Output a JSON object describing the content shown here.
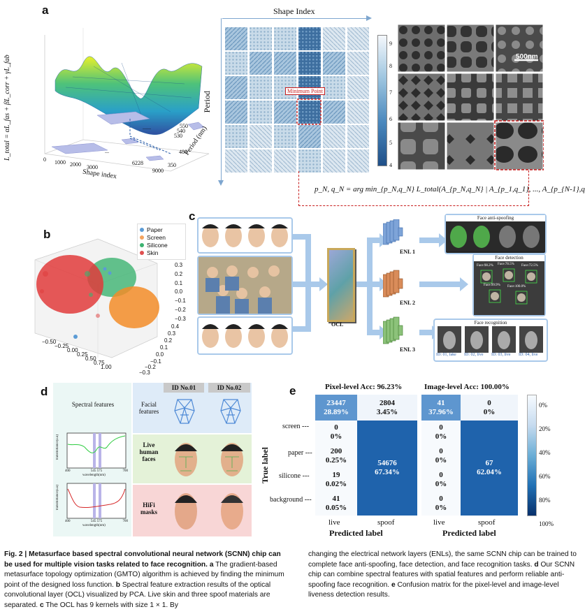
{
  "panels": {
    "a": {
      "label": "a",
      "zlabel": "L_total = αL_fas + βL_corr + γL_fab",
      "xlabel": "Shape index",
      "ylabel": "Period (nm)",
      "x_ticks": [
        "0",
        "1000",
        "2000",
        "3000",
        "6228",
        "9000"
      ],
      "y_ticks": [
        "350",
        "480",
        "530",
        "540",
        "550"
      ],
      "ellipsis1": "......",
      "ellipsis2": "...",
      "shape_index_title": "Shape Index",
      "period_title": "Period",
      "min_point": "Minimum Point",
      "colorbar_ticks": [
        "9",
        "8",
        "7",
        "6",
        "5",
        "4"
      ],
      "scale_bar": "500nm",
      "equation": "p_N, q_N = arg min_{p_N,q_N} L_total(A_{p_N,q_N} | A_{p_1,q_1}, ..., A_{p_{N-1},q_{N-1}})"
    },
    "b": {
      "label": "b",
      "legend": [
        "Paper",
        "Screen",
        "Silicone",
        "Skin"
      ],
      "legend_colors": [
        "#5b9bd5",
        "#f4a460",
        "#3cb371",
        "#e05050"
      ],
      "z_ticks": [
        "0.3",
        "0.2",
        "0.1",
        "0.0",
        "−0.1",
        "−0.2",
        "−0.3"
      ],
      "x_ticks": [
        "−0.50",
        "−0.25",
        "0.00",
        "0.25",
        "0.50",
        "0.75",
        "1.00"
      ],
      "y_ticks": [
        "0.4",
        "0.3",
        "0.2",
        "0.1",
        "0.0",
        "−0.1",
        "−0.2",
        "−0.3"
      ]
    },
    "c": {
      "label": "c",
      "ocl": "OCL",
      "enl1": "ENL 1",
      "enl2": "ENL 2",
      "enl3": "ENL 3",
      "task1": "Face anti-spoofing",
      "task2": "Face detection",
      "task3": "Face recognition",
      "det_labels": [
        "Face:98.2%",
        "Face:78.5%",
        "Face:72.5%",
        "Face:99.9%",
        "Face:100.0%"
      ],
      "ids": [
        "ID: 01, fake",
        "ID: 02, live",
        "ID: 03, live",
        "ID: 04, live"
      ]
    },
    "d": {
      "label": "d",
      "col1": "ID No.01",
      "col2": "ID No.02",
      "spectral": "Spectral features",
      "facial": "Facial features",
      "live": "Live human faces",
      "masks": "HiFi masks",
      "ylab": "transmittance(a.u)",
      "xlab": "wavelength(nm)",
      "xt": [
        "400",
        "545 575",
        "700"
      ]
    },
    "e": {
      "label": "e",
      "title1": "Pixel-level Acc: 96.23%",
      "title2": "Image-level Acc: 100.00%",
      "ylabel": "True label",
      "xlabel": "Predicted label",
      "rows": [
        "screen",
        "paper",
        "silicone",
        "background"
      ],
      "cols": [
        "live",
        "spoof"
      ],
      "pixel": {
        "live_live": [
          "23447",
          "28.89%"
        ],
        "live_spoof": [
          "2804",
          "3.45%"
        ],
        "screen": [
          "0",
          "0%"
        ],
        "paper": [
          "200",
          "0.25%"
        ],
        "silicone": [
          "19",
          "0.02%"
        ],
        "background": [
          "41",
          "0.05%"
        ],
        "spoof_spoof": [
          "54676",
          "67.34%"
        ]
      },
      "image": {
        "live_live": [
          "41",
          "37.96%"
        ],
        "live_spoof": [
          "0",
          "0%"
        ],
        "screen": [
          "0",
          "0%"
        ],
        "paper": [
          "0",
          "0%"
        ],
        "silicone": [
          "0",
          "0%"
        ],
        "background": [
          "0",
          "0%"
        ],
        "spoof_spoof": [
          "67",
          "62.04%"
        ]
      },
      "colorbar_ticks": [
        "0%",
        "20%",
        "40%",
        "60%",
        "80%",
        "100%"
      ]
    }
  },
  "caption": {
    "fig": "Fig. 2 | Metasurface based spectral convolutional neural network (SCNN) chip can be used for multiple vision tasks related to face recognition.",
    "a_head": "a",
    "a_text": "The gradient-based metasurface topology optimization (GMTO) algorithm is achieved by finding the minimum point of the designed loss function.",
    "b_head": "b",
    "b_text": "Spectral feature extraction results of the optical convolutional layer (OCL) visualized by PCA. Live skin and three spoof materials are separated.",
    "c_head": "c",
    "c_text": "The OCL has 9 kernels with size 1 × 1. By",
    "right_text": "changing the electrical network layers (ENLs), the same SCNN chip can be trained to complete face anti-spoofing, face detection, and face recognition tasks.",
    "d_head": "d",
    "d_text": "Our SCNN chip can combine spectral features with spatial features and perform reliable anti-spoofing face recognition.",
    "e_head": "e",
    "e_text": "Confusion matrix for the pixel-level and image-level liveness detection results."
  }
}
